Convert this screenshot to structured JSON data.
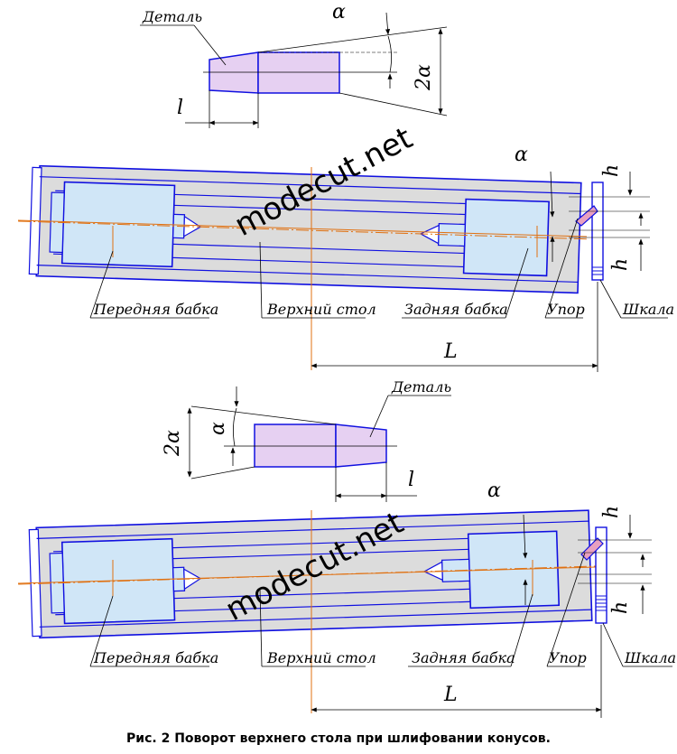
{
  "colors": {
    "outline": "#1010e0",
    "body_fill": "#dcdcdc",
    "block_fill": "#d0e6f7",
    "part_fill": "#e6d0f2",
    "axis": "#e07010",
    "stop_fill": "#e8a0c0",
    "dim": "#000000"
  },
  "labels": {
    "part": "Деталь",
    "headstock": "Передняя бабка",
    "table": "Верхний стол",
    "tailstock": "Задняя бабка",
    "stop": "Упор",
    "scale": "Шкала"
  },
  "symbols": {
    "alpha": "α",
    "two_alpha": "2α",
    "l": "l",
    "L": "L",
    "h": "h"
  },
  "watermark": "modecut.net",
  "caption": "Рис. 2 Поворот верхнего стола при шлифовании конусов."
}
